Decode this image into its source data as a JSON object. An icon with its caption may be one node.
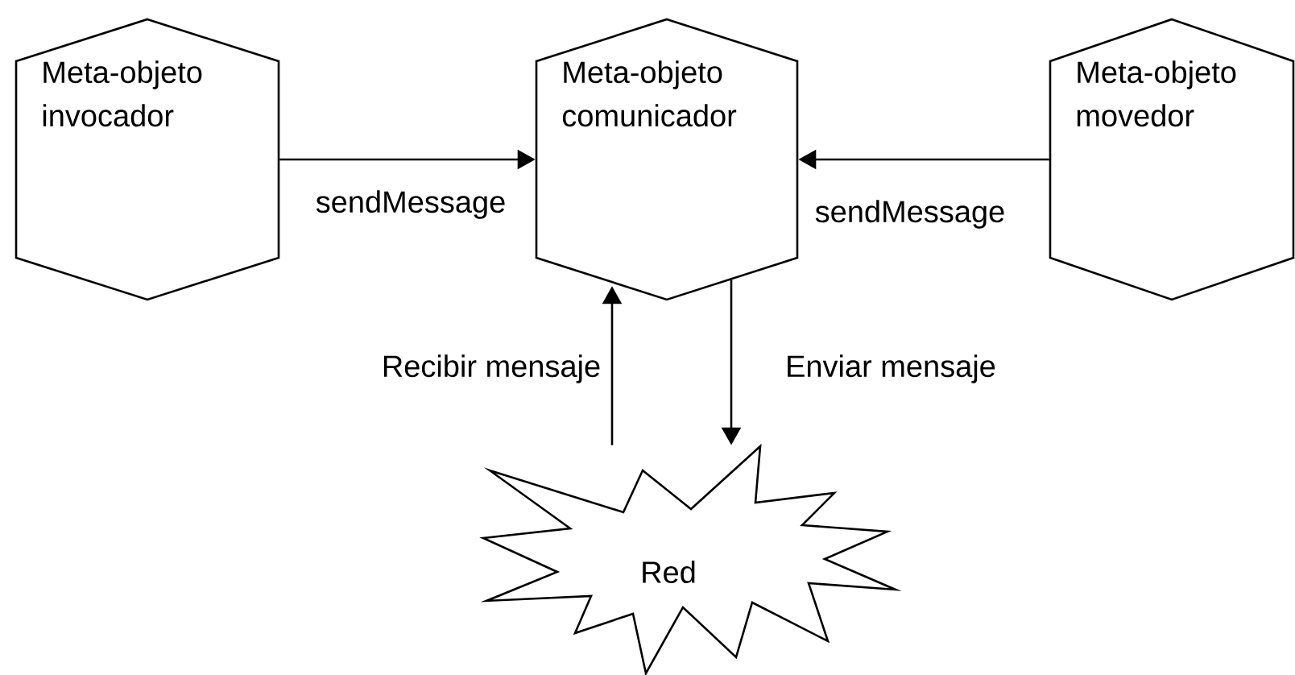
{
  "diagram": {
    "nodes": [
      {
        "text": [
          "Meta-objeto invocador"
        ]
      },
      {
        "text": [
          "Meta-objeto comunicador"
        ]
      },
      {
        "text": [
          "Meta-objeto movedor"
        ]
      },
      {
        "text": [
          "Red"
        ]
      }
    ],
    "edges": [
      {
        "from": 0,
        "to": 1,
        "arrow": "to",
        "label": "sendMessage"
      },
      {
        "from": 2,
        "to": 1,
        "arrow": "to",
        "label": "sendMessage"
      },
      {
        "from": 3,
        "to": 1,
        "arrow": "to",
        "label": "Recibir mensaje"
      },
      {
        "from": 1,
        "to": 3,
        "arrow": "to",
        "label": "Enviar mensaje"
      }
    ]
  }
}
